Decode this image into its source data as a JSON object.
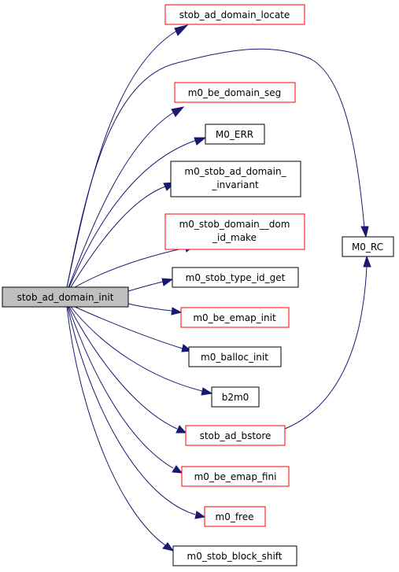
{
  "diagram": {
    "root": {
      "label": "stob_ad_domain_init",
      "fill": "#bfbfbf",
      "border": "#000000"
    },
    "nodes": {
      "locate": {
        "label": "stob_ad_domain_locate",
        "border": "#ff0000"
      },
      "be_seg": {
        "label": "m0_be_domain_seg",
        "border": "#ff0000"
      },
      "err": {
        "label": "M0_ERR",
        "border": "#000000"
      },
      "invariant": {
        "line1": "m0_stob_ad_domain_",
        "line2": "_invariant",
        "border": "#000000"
      },
      "dom_id": {
        "line1": "m0_stob_domain__dom",
        "line2": "_id_make",
        "border": "#ff0000"
      },
      "type_id": {
        "label": "m0_stob_type_id_get",
        "border": "#000000"
      },
      "emap_init": {
        "label": "m0_be_emap_init",
        "border": "#ff0000"
      },
      "balloc": {
        "label": "m0_balloc_init",
        "border": "#000000"
      },
      "b2m0": {
        "label": "b2m0",
        "border": "#000000"
      },
      "bstore": {
        "label": "stob_ad_bstore",
        "border": "#ff0000"
      },
      "emap_fini": {
        "label": "m0_be_emap_fini",
        "border": "#ff0000"
      },
      "free": {
        "label": "m0_free",
        "border": "#ff0000"
      },
      "block_shift": {
        "label": "m0_stob_block_shift",
        "border": "#000000"
      },
      "rc": {
        "label": "M0_RC",
        "border": "#000000"
      }
    },
    "edge_color": "#191970"
  }
}
